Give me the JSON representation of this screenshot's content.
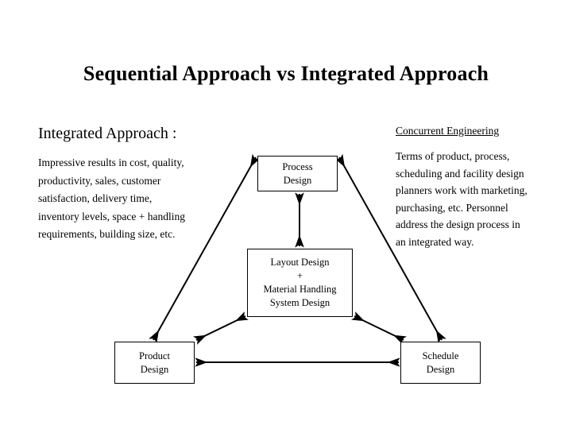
{
  "slide": {
    "title": "Sequential Approach vs Integrated Approach",
    "background_color": "#ffffff",
    "text_color": "#000000"
  },
  "left_column": {
    "heading": "Integrated Approach :",
    "body_lines": [
      "Impressive results in cost, quality,",
      "productivity, sales, customer",
      "satisfaction, delivery time,",
      "inventory levels, space + handling",
      "requirements, building size, etc."
    ]
  },
  "right_column": {
    "heading": "Concurrent Engineering",
    "heading_underlined": true,
    "body_lines": [
      "Terms of product, process,",
      "scheduling and facility design",
      "planners work with marketing,",
      "purchasing, etc. Personnel",
      "address the design process in",
      "an integrated way."
    ]
  },
  "diagram": {
    "nodes": [
      {
        "id": "process",
        "lines": [
          "Process",
          "Design"
        ]
      },
      {
        "id": "layout",
        "lines": [
          "Layout Design",
          "+",
          "Material Handling",
          "System Design"
        ]
      },
      {
        "id": "product",
        "lines": [
          "Product",
          "Design"
        ]
      },
      {
        "id": "schedule",
        "lines": [
          "Schedule",
          "Design"
        ]
      }
    ],
    "edges": [
      {
        "id": "process-layout",
        "from": "Process Design",
        "to": "Layout Design + Material Handling System Design",
        "arrows": "both"
      },
      {
        "id": "process-product",
        "from": "Process Design",
        "to": "Product Design",
        "arrows": "both"
      },
      {
        "id": "process-schedule",
        "from": "Process Design",
        "to": "Schedule Design",
        "arrows": "both"
      },
      {
        "id": "layout-product",
        "from": "Layout Design",
        "to": "Product Design",
        "arrows": "both"
      },
      {
        "id": "layout-schedule",
        "from": "Layout Design",
        "to": "Schedule Design",
        "arrows": "both"
      },
      {
        "id": "product-schedule",
        "from": "Product Design",
        "to": "Schedule Design",
        "arrows": "both"
      }
    ],
    "line_color": "#000000"
  }
}
